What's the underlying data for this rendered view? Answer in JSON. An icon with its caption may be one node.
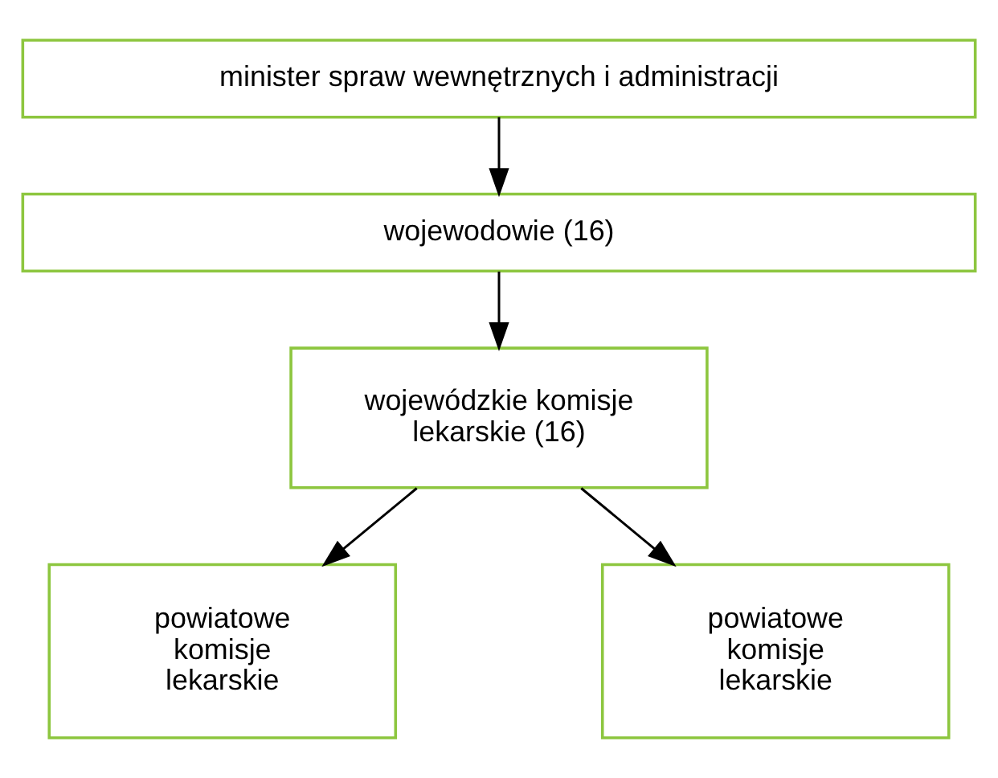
{
  "diagram": {
    "nodes": [
      {
        "text": [
          "minister spraw wewnętrznych i administracji"
        ]
      },
      {
        "text": [
          "wojewodowie (16)"
        ]
      },
      {
        "text": [
          "wojewódzkie komisje lekarskie (16)"
        ]
      },
      {
        "text": [
          "powiatowe komisje lekarskie"
        ]
      },
      {
        "text": [
          "powiatowe komisje lekarskie"
        ]
      }
    ],
    "edges": [
      {
        "from": 0,
        "to": 1,
        "arrow": "to"
      },
      {
        "from": 1,
        "to": 2,
        "arrow": "to"
      },
      {
        "from": 2,
        "to": 3,
        "arrow": "to"
      },
      {
        "from": 2,
        "to": 4,
        "arrow": "to"
      }
    ]
  }
}
